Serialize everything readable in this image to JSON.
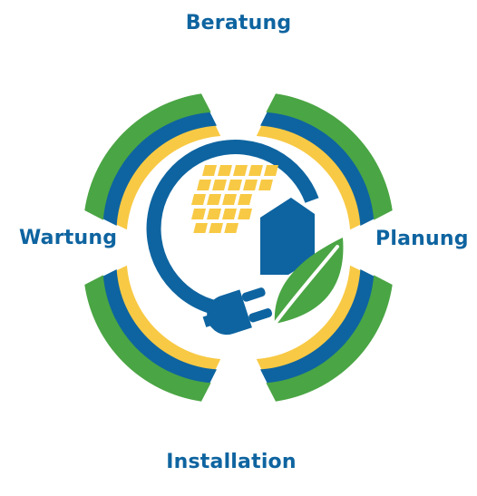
{
  "stages": {
    "top": "Beratung",
    "right": "Planung",
    "bottom": "Installation",
    "left": "Wartung"
  },
  "colors": {
    "blue": "#0e64a0",
    "green": "#4aa544",
    "yellow": "#f8c944",
    "white": "#ffffff"
  },
  "icons": {
    "center": "solar-plug-leaf-icon"
  }
}
